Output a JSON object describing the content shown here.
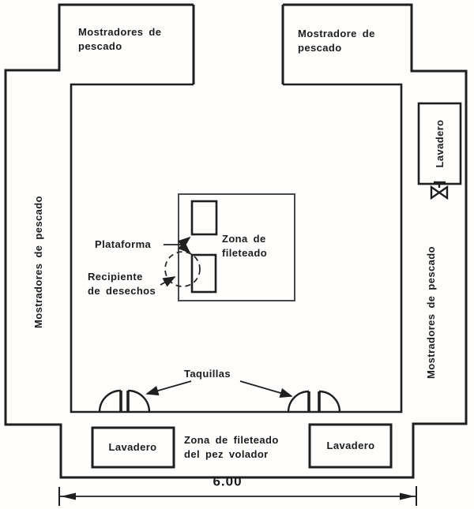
{
  "colors": {
    "ink": "#1f1f1f",
    "paper": "#fffefd"
  },
  "labels": {
    "counter_top_left": "Mostradores de\npescado",
    "counter_top_right": "Mostradore de\npescado",
    "counter_left_vertical": "Mostradores de pescado",
    "counter_right_vertical": "Mostradores de pescado",
    "sink_right_vertical": "Lavadero",
    "platform": "Plataforma",
    "filleting_zone": "Zona de\nfileteado",
    "waste_container": "Recipiente\nde desechos",
    "lockers": "Taquillas",
    "sink_bottom_left": "Lavadero",
    "sink_bottom_right": "Lavadero",
    "flying_fish_zone": "Zona de fileteado\ndel pez volador",
    "dimension_width": "6.00"
  },
  "icons": {
    "valve": "valve-icon",
    "door_pairs": "double-swing-door-icon"
  }
}
